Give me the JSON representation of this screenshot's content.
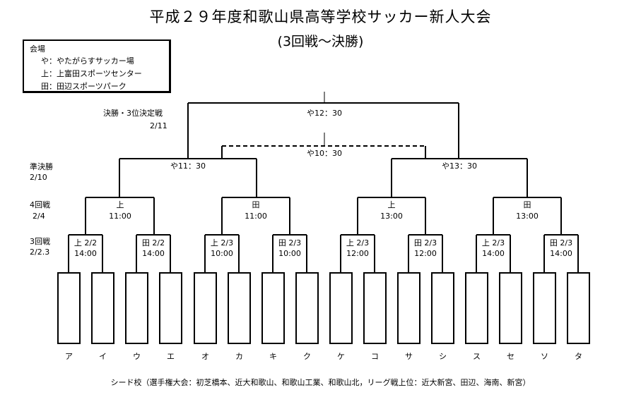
{
  "title": "平成２９年度和歌山県高等学校サッカー新人大会",
  "subtitle": "(3回戦～決勝)",
  "venue": {
    "heading": "会場",
    "items": [
      "や：やたがらすサッカー場",
      "上：上富田スポーツセンター",
      "田：田辺スポーツパーク"
    ]
  },
  "rounds": {
    "final": {
      "label": "決勝・3位決定戦",
      "date": "2/11"
    },
    "semi": {
      "label": "準決勝",
      "date": "2/10"
    },
    "r4": {
      "label": "4回戦",
      "date": "2/4"
    },
    "r3": {
      "label": "3回戦",
      "date": "2/2.3"
    }
  },
  "matches": {
    "final": "や12：30",
    "third_place": "や10：30",
    "semi": [
      "や11：30",
      "や13：30"
    ],
    "r4": [
      {
        "venue": "上",
        "time": "11:00"
      },
      {
        "venue": "田",
        "time": "11:00"
      },
      {
        "venue": "上",
        "time": "13:00"
      },
      {
        "venue": "田",
        "time": "13:00"
      }
    ],
    "r3": [
      {
        "venue": "上 2/2",
        "time": "14:00"
      },
      {
        "venue": "田 2/2",
        "time": "14:00"
      },
      {
        "venue": "上 2/3",
        "time": "10:00"
      },
      {
        "venue": "田 2/3",
        "time": "10:00"
      },
      {
        "venue": "上 2/3",
        "time": "12:00"
      },
      {
        "venue": "田 2/3",
        "time": "12:00"
      },
      {
        "venue": "上 2/3",
        "time": "14:00"
      },
      {
        "venue": "田 2/3",
        "time": "14:00"
      }
    ]
  },
  "teams": [
    "ア",
    "イ",
    "ウ",
    "エ",
    "オ",
    "カ",
    "キ",
    "ク",
    "ケ",
    "コ",
    "サ",
    "シ",
    "ス",
    "セ",
    "ソ",
    "タ"
  ],
  "footnote": "シード校（選手権大会：初芝橋本、近大和歌山、和歌山工業、和歌山北，リーグ戦上位：近大新宮、田辺、海南、新宮）"
}
